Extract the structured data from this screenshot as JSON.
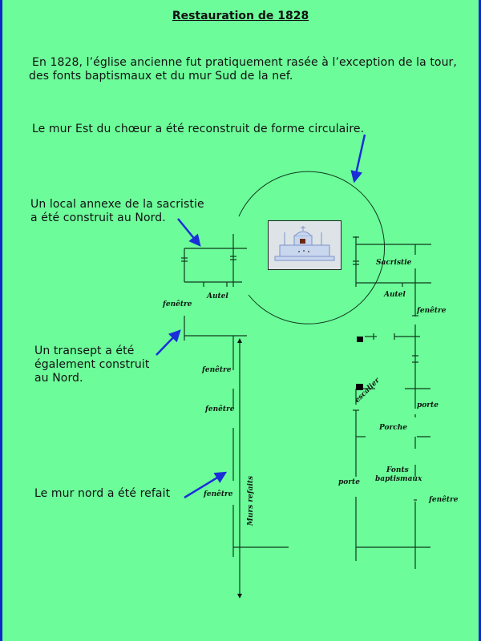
{
  "title": "Restauration de 1828",
  "paragraphs": {
    "intro": {
      "line1": "En 1828, l’église ancienne fut pratiquement rasée à l’exception de la tour,",
      "line2": "des fonts baptismaux et du mur Sud de la nef."
    },
    "choeur": "Le mur Est du chœur a été reconstruit de forme circulaire.",
    "sacristie": {
      "line1": "Un local annexe de la sacristie",
      "line2": "a été construit au Nord."
    },
    "transept": {
      "line1": "Un transept a été",
      "line2": "également construit",
      "line3": "au Nord."
    },
    "mur_nord": "Le mur nord a été refait"
  },
  "plan_labels": {
    "autel_left": "Autel",
    "fenetre_left_1": "fenêtre",
    "fenetre_nave_1": "fenêtre",
    "fenetre_nave_2": "fenêtre",
    "fenetre_nave_3": "fenêtre",
    "murs_refaits": "Murs refaits",
    "sacristie": "Sacristie",
    "autel_right": "Autel",
    "fenetre_right_1": "fenêtre",
    "escalier": "escalier",
    "porte_right": "porte",
    "porche": "Porche",
    "fonts_line1": "Fonts",
    "fonts_line2": "baptismaux",
    "porte_left": "porte",
    "fenetre_right_2": "fenêtre"
  },
  "colors": {
    "background": "#6cfc9a",
    "border": "#1026c8",
    "arrow": "#1a2ed8",
    "lines": "#0f3a1c"
  }
}
